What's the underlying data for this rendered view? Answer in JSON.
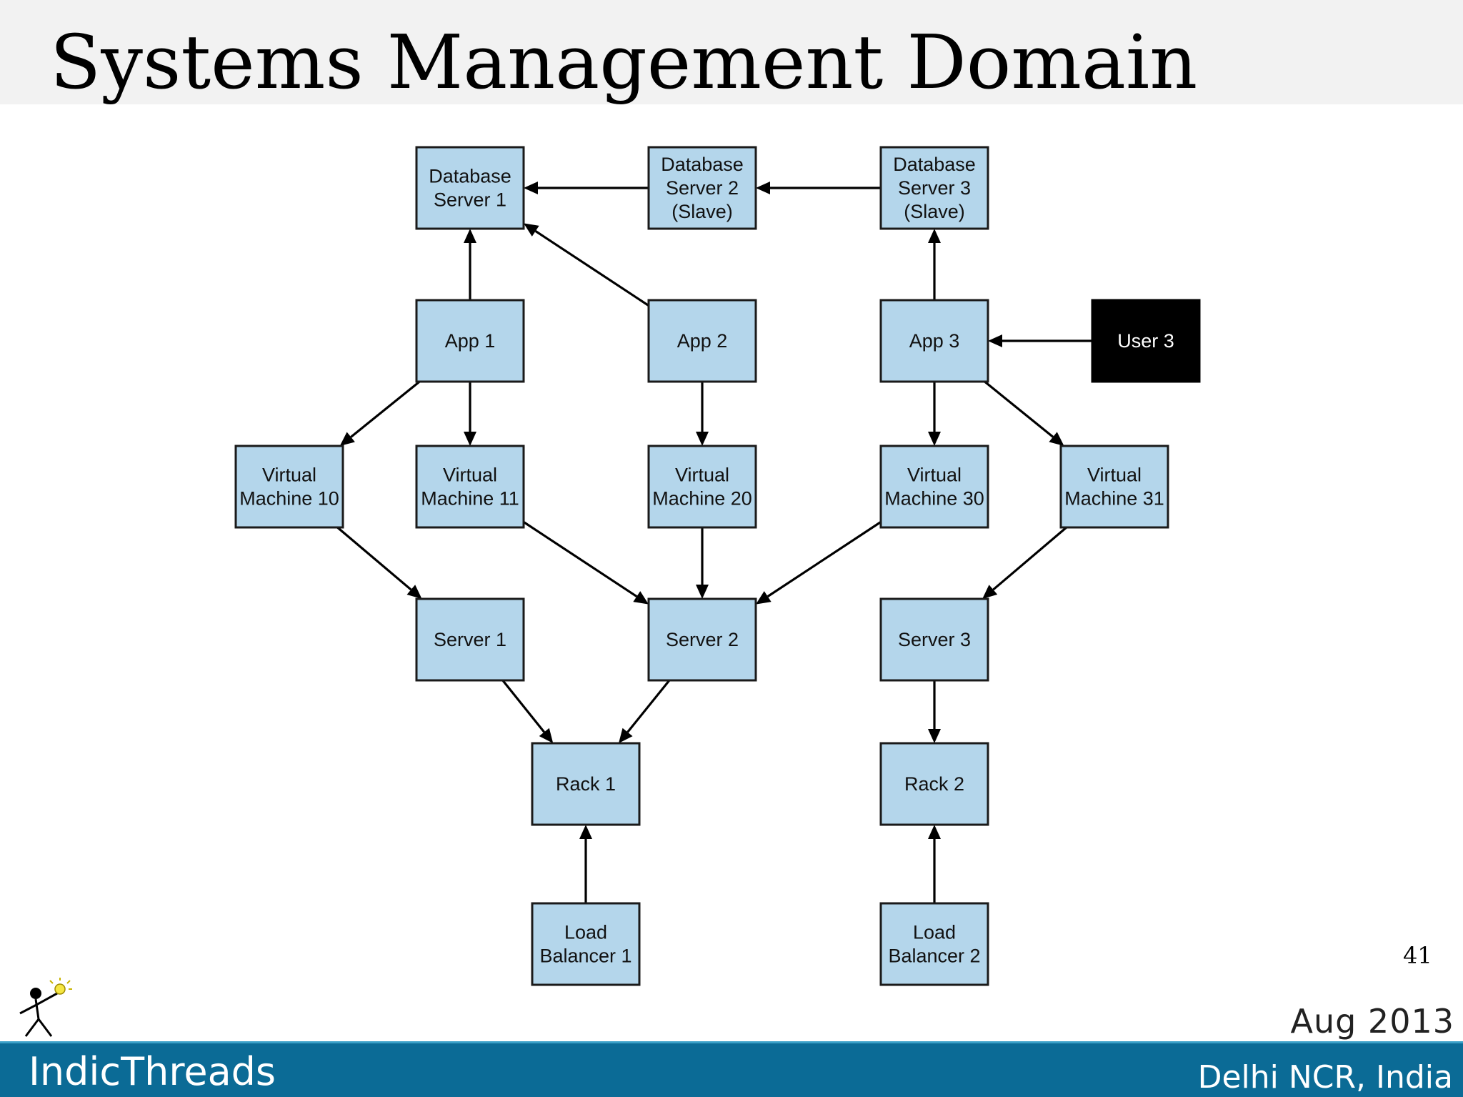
{
  "slide": {
    "title": "Systems Management Domain",
    "page_number": "41",
    "date": "Aug 2013",
    "brand": "IndicThreads",
    "location": "Delhi NCR, India"
  },
  "diagram": {
    "nodes": [
      {
        "id": "db1",
        "lines": [
          "Database",
          "Server 1"
        ]
      },
      {
        "id": "db2",
        "lines": [
          "Database",
          "Server 2",
          "(Slave)"
        ]
      },
      {
        "id": "db3",
        "lines": [
          "Database",
          "Server 3",
          "(Slave)"
        ]
      },
      {
        "id": "app1",
        "lines": [
          "App 1"
        ]
      },
      {
        "id": "app2",
        "lines": [
          "App 2"
        ]
      },
      {
        "id": "app3",
        "lines": [
          "App 3"
        ]
      },
      {
        "id": "user3",
        "lines": [
          "User 3"
        ],
        "style": "dark"
      },
      {
        "id": "vm10",
        "lines": [
          "Virtual",
          "Machine 10"
        ]
      },
      {
        "id": "vm11",
        "lines": [
          "Virtual",
          "Machine 11"
        ]
      },
      {
        "id": "vm20",
        "lines": [
          "Virtual",
          "Machine 20"
        ]
      },
      {
        "id": "vm30",
        "lines": [
          "Virtual",
          "Machine 30"
        ]
      },
      {
        "id": "vm31",
        "lines": [
          "Virtual",
          "Machine 31"
        ]
      },
      {
        "id": "srv1",
        "lines": [
          "Server 1"
        ]
      },
      {
        "id": "srv2",
        "lines": [
          "Server 2"
        ]
      },
      {
        "id": "srv3",
        "lines": [
          "Server 3"
        ]
      },
      {
        "id": "rack1",
        "lines": [
          "Rack 1"
        ]
      },
      {
        "id": "rack2",
        "lines": [
          "Rack 2"
        ]
      },
      {
        "id": "lb1",
        "lines": [
          "Load",
          "Balancer 1"
        ]
      },
      {
        "id": "lb2",
        "lines": [
          "Load",
          "Balancer 2"
        ]
      }
    ],
    "edges": [
      {
        "from": "db2",
        "to": "db1"
      },
      {
        "from": "db3",
        "to": "db2"
      },
      {
        "from": "app1",
        "to": "db1"
      },
      {
        "from": "app2",
        "to": "db1"
      },
      {
        "from": "app3",
        "to": "db3"
      },
      {
        "from": "user3",
        "to": "app3"
      },
      {
        "from": "app1",
        "to": "vm10"
      },
      {
        "from": "app1",
        "to": "vm11"
      },
      {
        "from": "app2",
        "to": "vm20"
      },
      {
        "from": "app3",
        "to": "vm30"
      },
      {
        "from": "app3",
        "to": "vm31"
      },
      {
        "from": "vm10",
        "to": "srv1"
      },
      {
        "from": "vm11",
        "to": "srv2"
      },
      {
        "from": "vm20",
        "to": "srv2"
      },
      {
        "from": "vm30",
        "to": "srv2"
      },
      {
        "from": "vm31",
        "to": "srv3"
      },
      {
        "from": "srv1",
        "to": "rack1"
      },
      {
        "from": "srv2",
        "to": "rack1"
      },
      {
        "from": "srv3",
        "to": "rack2"
      },
      {
        "from": "lb1",
        "to": "rack1"
      },
      {
        "from": "lb2",
        "to": "rack2"
      }
    ]
  },
  "colors": {
    "node_fill": "#b4d6eb",
    "node_stroke": "#1a1a1a",
    "dark_node_fill": "#000000",
    "footer_band": "#0b6b96"
  }
}
